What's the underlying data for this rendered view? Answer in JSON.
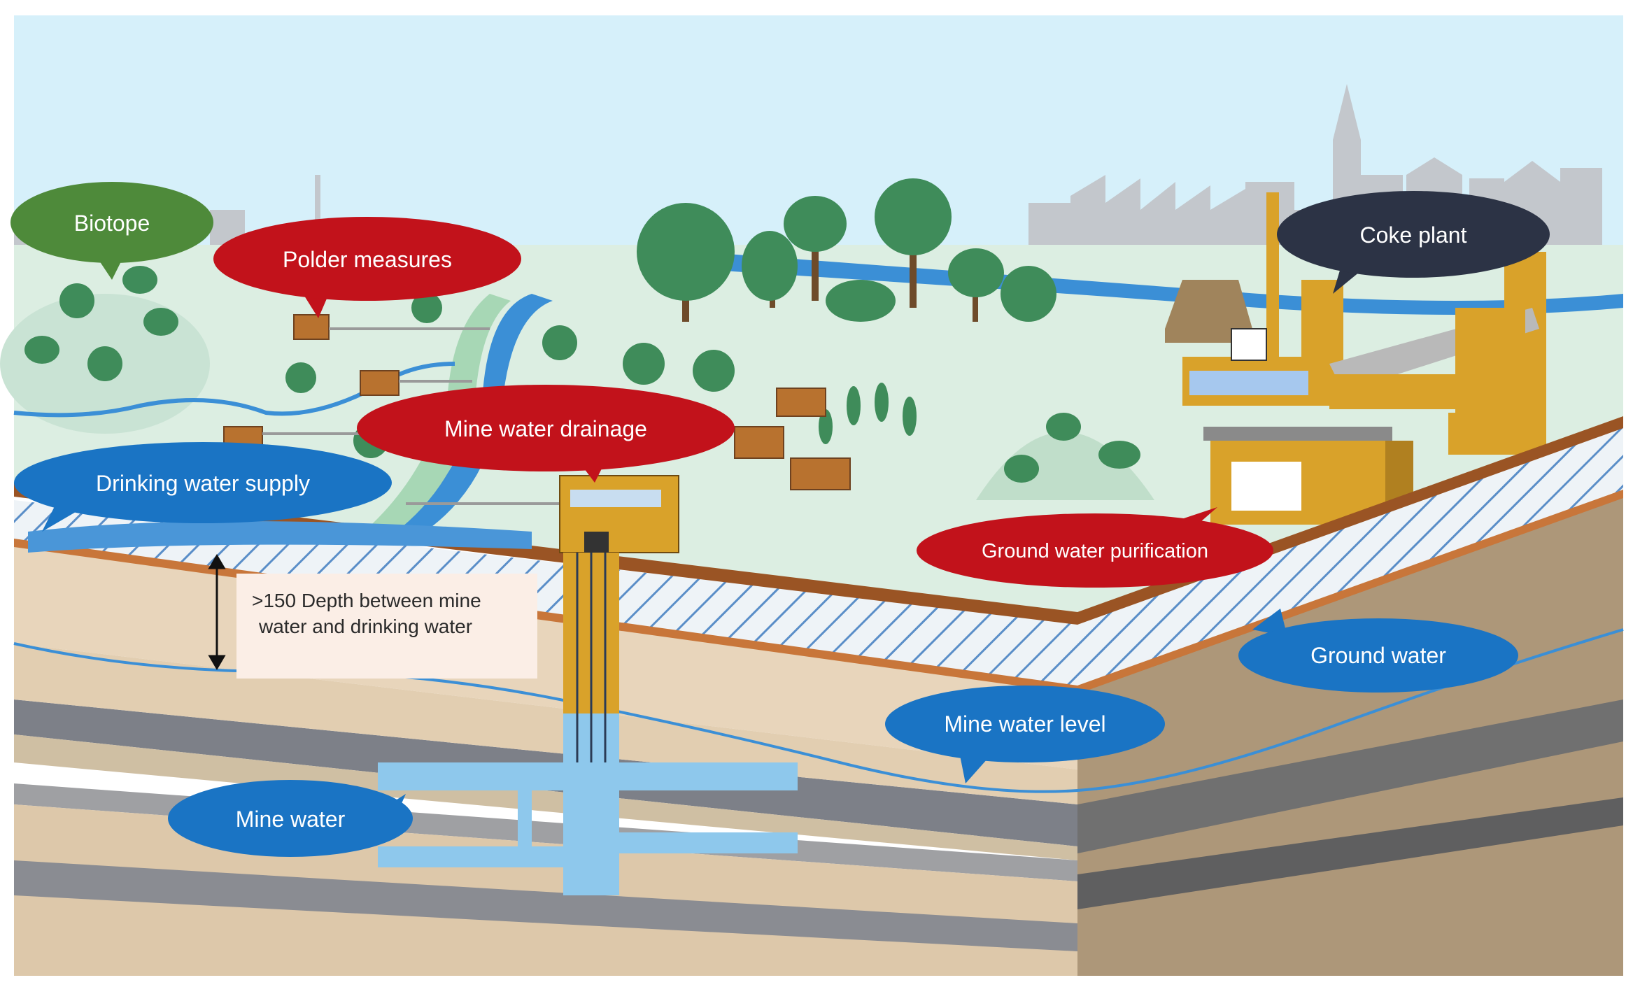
{
  "diagram": {
    "labels": {
      "biotope": "Biotope",
      "polder_measures": "Polder measures",
      "mine_water_drainage": "Mine water drainage",
      "drinking_water_supply": "Drinking water supply",
      "coke_plant": "Coke plant",
      "ground_water_purification": "Ground water purification",
      "ground_water": "Ground water",
      "mine_water_level": "Mine water level",
      "mine_water": "Mine water"
    },
    "depth_note": {
      "line1": ">150 Depth between mine",
      "line2": "water and drinking water"
    },
    "colors": {
      "sky": "#d6f0fa",
      "ground_surface": "#dceee2",
      "green_callout": "#4e8a3a",
      "red_callout": "#c2121b",
      "blue_callout": "#1a74c4",
      "dark_callout": "#2c3345",
      "river": "#3b8fd6",
      "building": "#d9a22a"
    }
  }
}
